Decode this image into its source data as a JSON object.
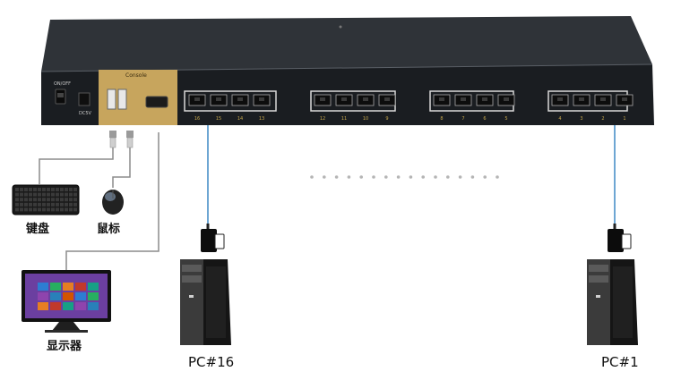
{
  "kvm": {
    "power_label": "ON/OFF",
    "dc_label": "DC5V",
    "console_label": "Console",
    "ports_left_to_right": [
      "16",
      "15",
      "14",
      "13",
      "12",
      "11",
      "10",
      "9",
      "8",
      "7",
      "6",
      "5",
      "4",
      "3",
      "2",
      "1"
    ]
  },
  "devices": {
    "keyboard_label": "键盘",
    "mouse_label": "鼠标",
    "monitor_label": "显示器",
    "pc_first_label": "PC#1",
    "pc_last_label": "PC#16"
  },
  "colors": {
    "chassis_top": "#2f3338",
    "chassis_front": "#1a1d21",
    "console_panel": "#c7a55d",
    "port_frame": "#d9d9d9",
    "cable_line": "#4a90c8",
    "console_cable": "#8c8c8c",
    "dot": "#b5b5b5"
  }
}
